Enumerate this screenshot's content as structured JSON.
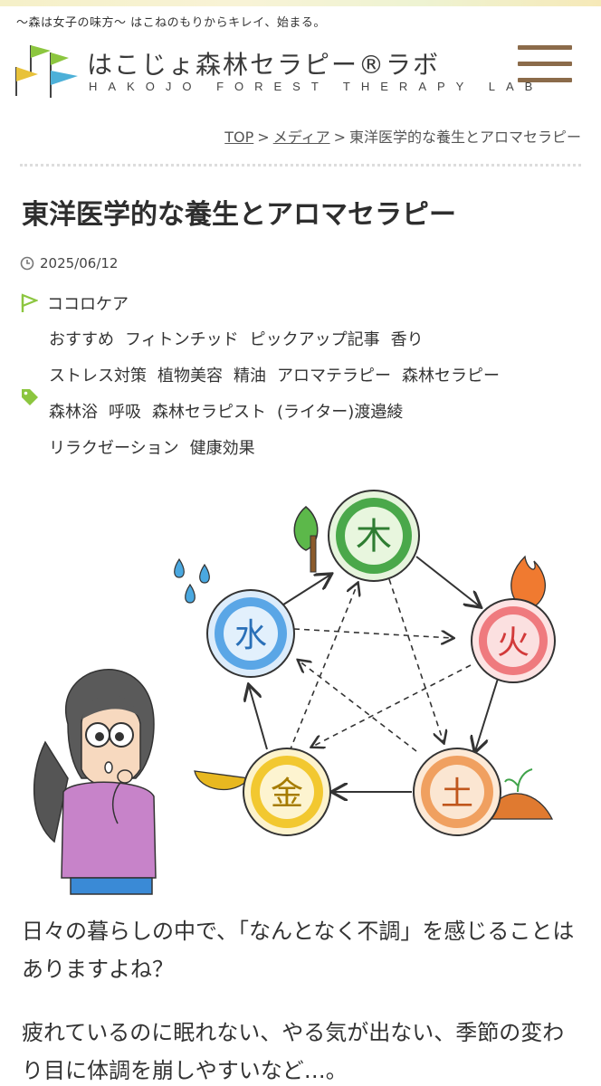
{
  "header": {
    "tagline": "〜森は女子の味方〜 はこねのもりからキレイ、始まる。",
    "logo_title": "はこじょ森林セラピー®ラボ",
    "logo_subtitle": "HAKOJO FOREST THERAPY LAB"
  },
  "breadcrumb": {
    "top": "TOP",
    "media": "メディア",
    "current": "東洋医学的な養生とアロマセラピー",
    "separator": ">"
  },
  "article": {
    "title": "東洋医学的な養生とアロマセラピー",
    "date": "2025/06/12",
    "category": "ココロケア",
    "tags": [
      "おすすめ",
      "フィトンチッド",
      "ピックアップ記事",
      "香り",
      "ストレス対策",
      "植物美容",
      "精油",
      "アロマテラピー",
      "森林セラピー",
      "森林浴",
      "呼吸",
      "森林セラピスト",
      "(ライター)渡邉綾",
      "リラクゼーション",
      "健康効果"
    ],
    "paragraphs": [
      "日々の暮らしの中で、「なんとなく不調」を感じることはありますよね？",
      "疲れているのに眠れない、やる気が出ない、季節の変わり目に体調を崩しやすいなど…。"
    ]
  },
  "illustration": {
    "elements": [
      {
        "label": "木",
        "color": "#3fa34a"
      },
      {
        "label": "火",
        "color": "#e0525a"
      },
      {
        "label": "土",
        "color": "#e07a30"
      },
      {
        "label": "金",
        "color": "#e8b820"
      },
      {
        "label": "水",
        "color": "#3a8ad6"
      }
    ]
  },
  "colors": {
    "menu": "#8b6b4a",
    "flag_green": "#8cc63f",
    "flag_yellow": "#e8c23a",
    "flag_blue": "#4db0d8"
  }
}
